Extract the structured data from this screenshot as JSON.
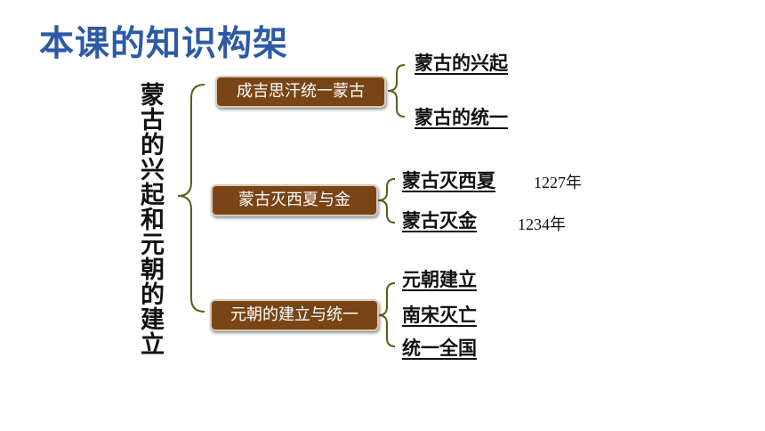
{
  "page": {
    "title": "本课的知识构架"
  },
  "tree": {
    "root": "蒙古的兴起和元朝的建立",
    "branches": [
      {
        "label": "成吉思汗统一蒙古",
        "children": [
          {
            "label": "蒙古的兴起"
          },
          {
            "label": "蒙古的统一"
          }
        ]
      },
      {
        "label": "蒙古灭西夏与金",
        "children": [
          {
            "label": "蒙古灭西夏",
            "year": "1227年"
          },
          {
            "label": "蒙古灭金",
            "year": "1234年"
          }
        ]
      },
      {
        "label": "元朝的建立与统一",
        "children": [
          {
            "label": "元朝建立"
          },
          {
            "label": "南宋灭亡"
          },
          {
            "label": "统一全国"
          }
        ]
      }
    ]
  },
  "colors": {
    "title": "#2e5aa5",
    "box_fill": "#7a4516",
    "box_border": "#d9c9b6",
    "brace": "#5c5c1a"
  }
}
